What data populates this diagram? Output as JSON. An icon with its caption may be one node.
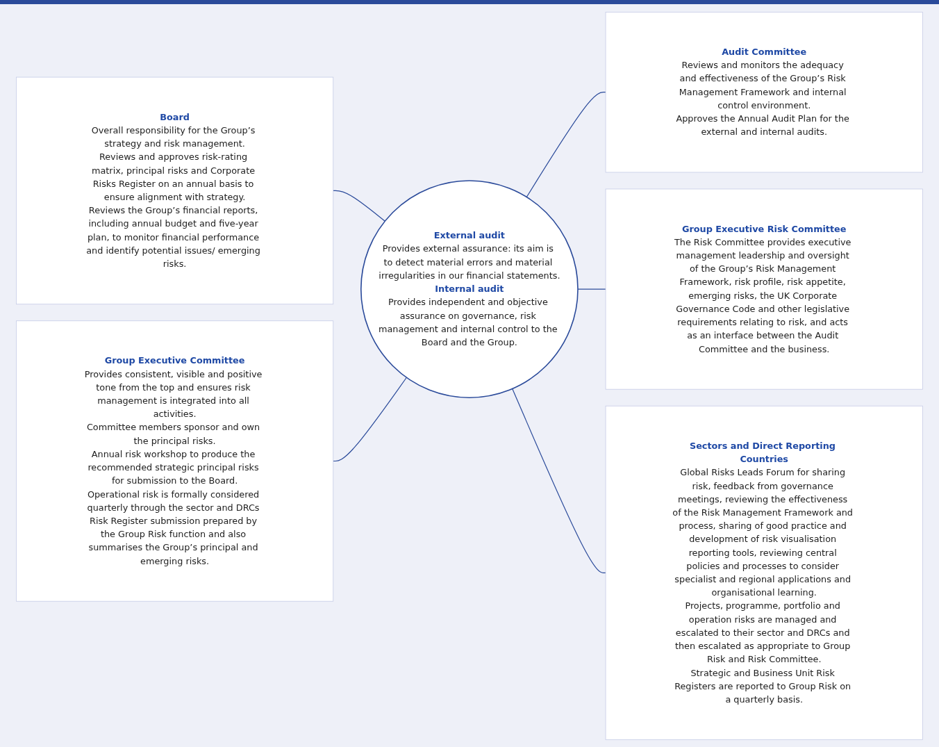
{
  "diagram": {
    "nodes": [
      {
        "text": [
          "Board",
          "Overall responsibility for the Group’s strategy and risk management.",
          "Reviews and approves risk-rating matrix, principal risks and Corporate Risks Register on an annual basis to ensure alignment with strategy.",
          "Reviews the Group’s financial reports, including annual budget and five-year plan, to monitor financial performance and identify potential issues/ emerging risks."
        ]
      },
      {
        "text": [
          "Audit Committee",
          "Reviews and monitors the adequacy and effectiveness of the Group’s Risk Management Framework and internal control environment.",
          "Approves the Annual Audit Plan for the external and internal audits."
        ]
      },
      {
        "text": [
          "External audit",
          "Provides external assurance: its aim is to detect material errors and material irregularities in our financial statements.",
          "Internal audit",
          "Provides independent and objective assurance on governance, risk management and internal control to the Board and the Group."
        ]
      },
      {
        "text": [
          "Group Executive Risk Committee",
          "The Risk Committee provides executive management leadership and oversight of the Group’s Risk Management Framework, risk profile, risk appetite, emerging risks, the UK Corporate Governance Code and other legislative requirements relating to risk, and acts as an interface between the Audit Committee and the business."
        ]
      },
      {
        "text": [
          "Group Executive Committee",
          "Provides consistent, visible and positive tone from the top and ensures risk management is integrated into all activities.",
          "Committee members sponsor and own the principal risks.",
          "Annual risk workshop to produce the recommended strategic principal risks for submission to the Board.",
          "Operational risk is formally considered quarterly through the sector and DRCs Risk Register submission prepared by the Group Risk function and also summarises the Group’s principal and emerging risks."
        ]
      },
      {
        "text": [
          "Sectors and Direct Reporting Countries",
          "Global Risks Leads Forum for sharing risk, feedback from governance meetings, reviewing the effectiveness of the Risk Management Framework and process, sharing of good practice and development of risk visualisation reporting tools, reviewing central policies and processes to consider specialist and regional applications and organisational learning.",
          "Projects, programme, portfolio and operation risks are managed and escalated to their sector and DRCs and then escalated as appropriate to Group Risk and Risk Committee.",
          "Strategic and Business Unit Risk Registers are reported to Group Risk on a quarterly basis."
        ]
      }
    ],
    "edges": [
      {
        "from": 0,
        "to": 2,
        "arrow": "none"
      },
      {
        "from": 2,
        "to": 1,
        "arrow": "none"
      },
      {
        "from": 2,
        "to": 3,
        "arrow": "none"
      },
      {
        "from": 4,
        "to": 2,
        "arrow": "none"
      },
      {
        "from": 2,
        "to": 5,
        "arrow": "none"
      }
    ]
  }
}
